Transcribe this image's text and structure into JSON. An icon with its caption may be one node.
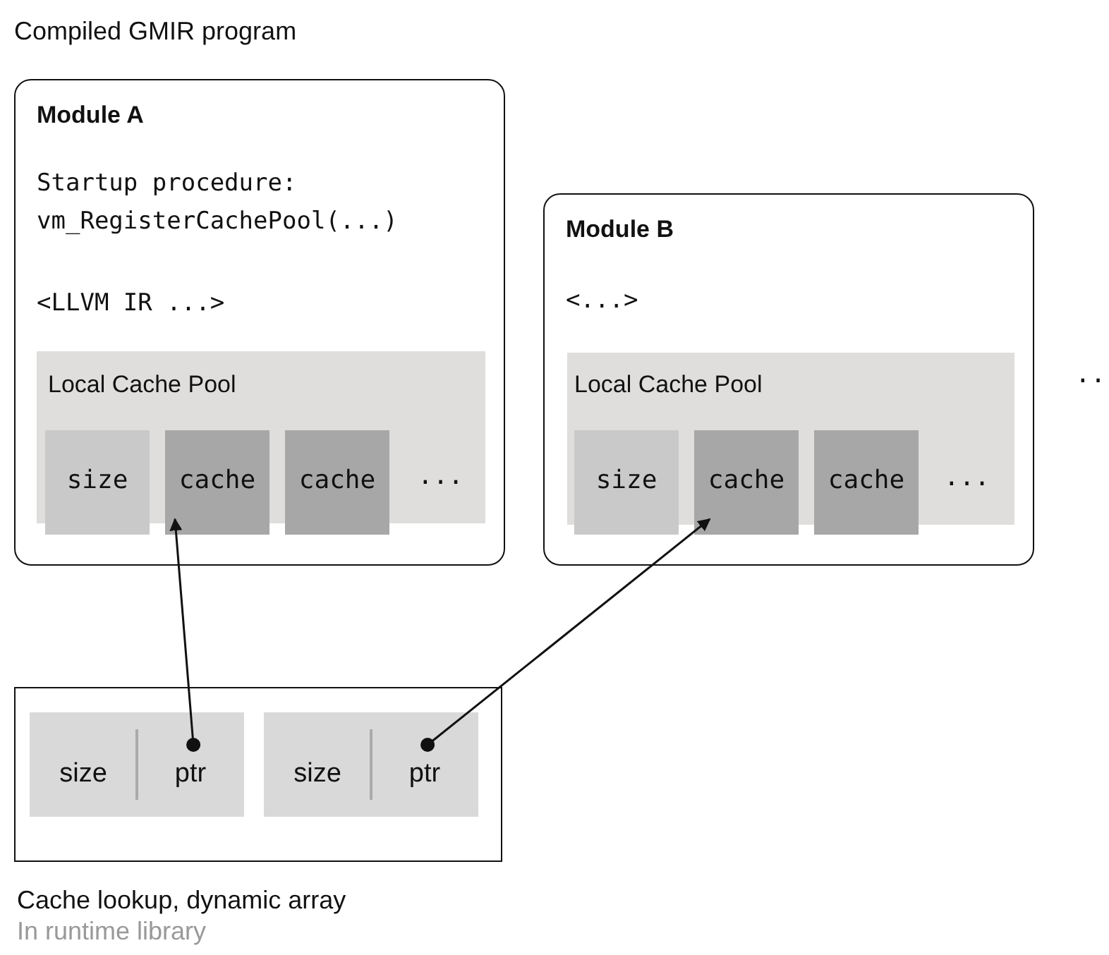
{
  "diagram": {
    "title": "Compiled GMIR program",
    "nodes": [
      {
        "text": [
          "Module A",
          "Startup procedure: vm_RegisterCachePool(...)",
          "<LLVM IR ...>"
        ]
      },
      {
        "text": [
          "Local Cache Pool",
          "..."
        ],
        "in": 0
      },
      {
        "text": [
          "size"
        ],
        "in": 1
      },
      {
        "text": [
          "cache"
        ],
        "in": 1
      },
      {
        "text": [
          "cache"
        ],
        "in": 1
      },
      {
        "text": [
          "Module B",
          "<...>"
        ]
      },
      {
        "text": [
          "Local Cache Pool",
          "..."
        ],
        "in": 5
      },
      {
        "text": [
          "size"
        ],
        "in": 6
      },
      {
        "text": [
          "cache"
        ],
        "in": 6
      },
      {
        "text": [
          "cache"
        ],
        "in": 6
      },
      {
        "text": [],
        "shape": "box",
        "beside": [
          "Cache lookup, dynamic array",
          "In runtime library"
        ]
      },
      {
        "text": [
          "size",
          "ptr"
        ],
        "in": 10
      },
      {
        "text": [
          "size",
          "ptr"
        ],
        "in": 10
      }
    ],
    "edges": [
      {
        "from": 11,
        "to": 3,
        "arrow": "to"
      },
      {
        "from": 12,
        "to": 8,
        "arrow": "to"
      }
    ],
    "labels": [
      ".."
    ]
  }
}
